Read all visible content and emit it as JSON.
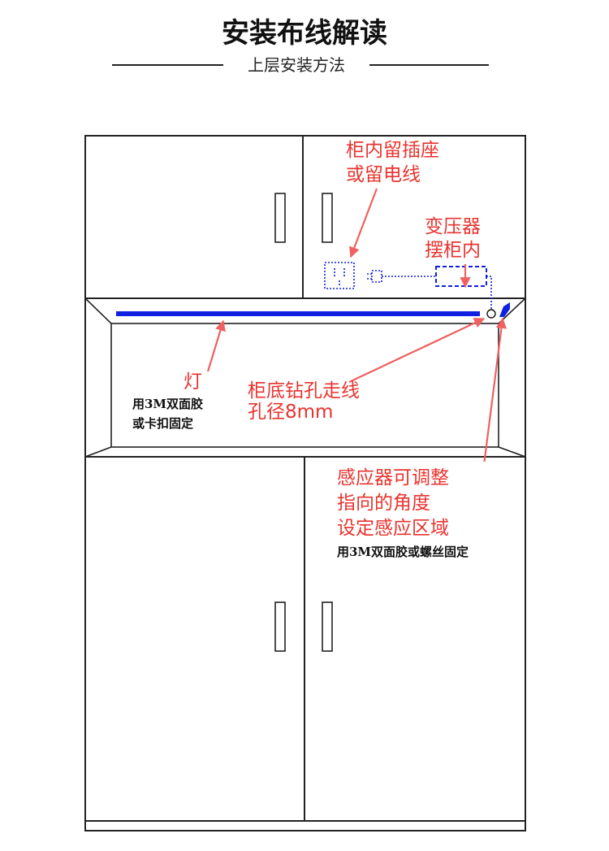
{
  "header": {
    "title": "安装布线解读",
    "subtitle": "上层安装方法"
  },
  "colors": {
    "annotation": "#e8342f",
    "arrow": "#f06060",
    "light_strip": "#1020e0",
    "outline": "#222222"
  },
  "annotations": {
    "socket": [
      "柜内留插座",
      "或留电线"
    ],
    "transformer": [
      "变压器",
      "摆柜内"
    ],
    "light": "灯",
    "light_fix": [
      "用3M双面胶",
      "或卡扣固定"
    ],
    "drill": [
      "柜底钻孔走线",
      "孔径8mm"
    ],
    "sensor": [
      "感应器可调整",
      "指向的角度",
      "设定感应区域"
    ],
    "sensor_fix": "用3M双面胶或螺丝固定"
  }
}
